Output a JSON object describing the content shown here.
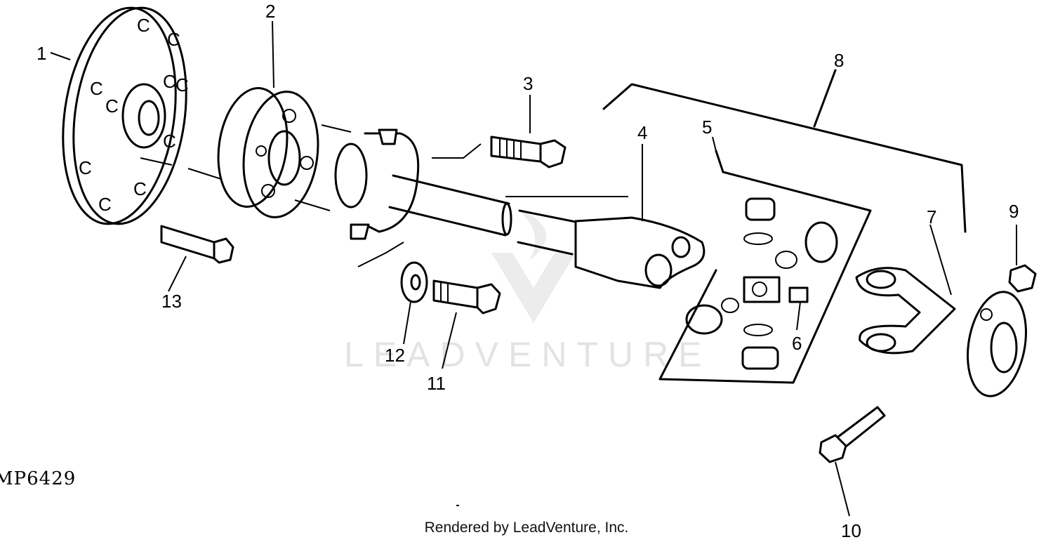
{
  "callouts": [
    "1",
    "2",
    "3",
    "4",
    "5",
    "6",
    "7",
    "8",
    "9",
    "10",
    "11",
    "12",
    "13"
  ],
  "figure_id": "MP6429",
  "watermark": "LEADVENTURE",
  "footer": "Rendered by LeadVenture, Inc."
}
